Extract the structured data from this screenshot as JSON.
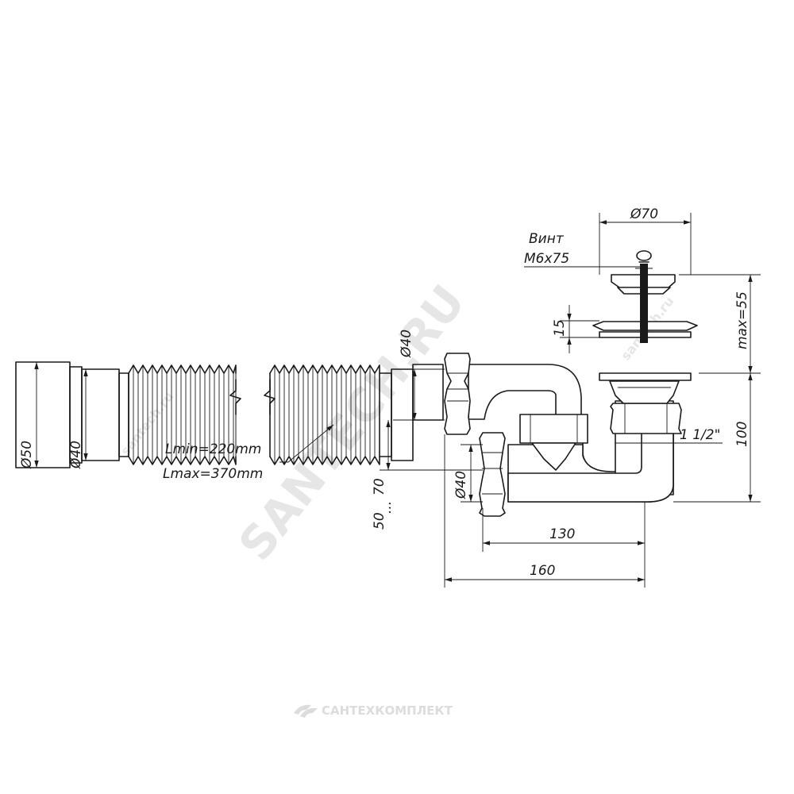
{
  "watermark": {
    "main": "SANTECH.RU",
    "small_left": "santech.ru",
    "small_right": "santech.ru"
  },
  "footer": "САНТЕХКОМПЛЕКТ",
  "labels": {
    "screw_line1": "Винт",
    "screw_line2": "M6x75",
    "d70": "Ø70",
    "d40_outlet": "Ø40",
    "d50": "Ø50",
    "d40_hose": "Ø40",
    "d40_inlet": "Ø40",
    "h15": "15",
    "max55": "max=55",
    "h100": "100",
    "thread": "1 1/2\"",
    "lmin": "Lmin=220mm",
    "lmax": "Lmax=370mm",
    "h70": "70",
    "h50": "50",
    "ellipsis": "...",
    "w130": "130",
    "w160": "160"
  }
}
